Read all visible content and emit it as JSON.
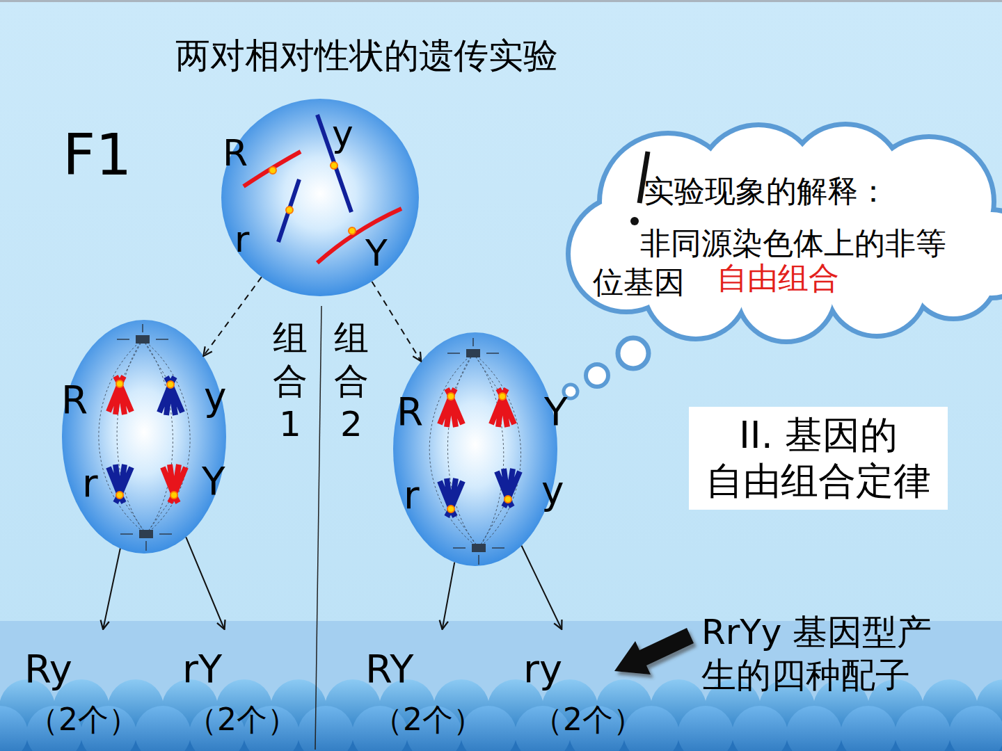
{
  "diagram": {
    "title": "两对相对性状的遗传实验",
    "nodes": [
      {
        "text": [
          "F1",
          "R",
          "y",
          "r",
          "Y"
        ]
      },
      {
        "text": [
          "R",
          "y",
          "r",
          "Y"
        ]
      },
      {
        "text": [
          "R",
          "Y",
          "r",
          "y"
        ]
      },
      {
        "text": [
          "实验现象的解释：",
          "非同源染色体上的非等位基因",
          "自由组合"
        ]
      },
      {
        "text": [
          "II. 基因的 自由组合定律"
        ]
      },
      {
        "text": [
          "Ry",
          "（2个）"
        ]
      },
      {
        "text": [
          "rY",
          "（2个）"
        ]
      },
      {
        "text": [
          "RY",
          "（2个）"
        ]
      },
      {
        "text": [
          "ry",
          "（2个）"
        ]
      }
    ],
    "edges": [
      {
        "from": 0,
        "to": 1,
        "arrow": "to"
      },
      {
        "from": 0,
        "to": 2,
        "arrow": "to"
      },
      {
        "from": 1,
        "to": 5,
        "arrow": "to"
      },
      {
        "from": 1,
        "to": 6,
        "arrow": "to"
      },
      {
        "from": 2,
        "to": 7,
        "arrow": "to"
      },
      {
        "from": 2,
        "to": 8,
        "arrow": "to"
      }
    ],
    "labels": [
      "组合1",
      "组合2",
      "RrYy 基因型产生的四种配子"
    ]
  }
}
